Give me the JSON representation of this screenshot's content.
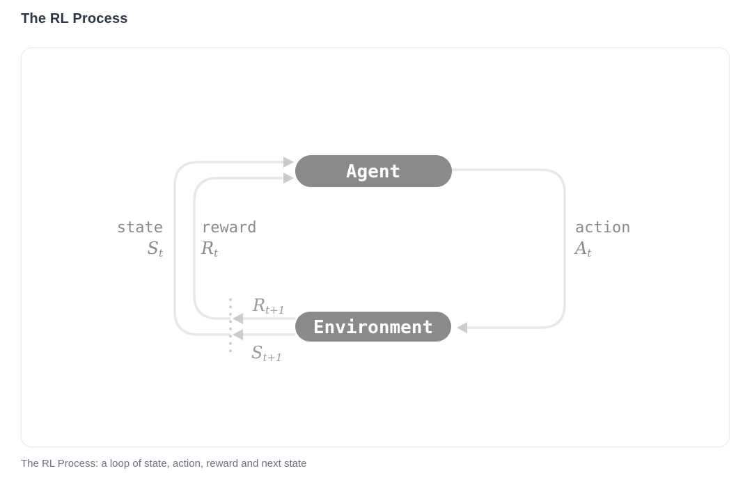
{
  "page": {
    "title": "The RL Process",
    "caption": "The RL Process: a loop of state, action, reward and next state"
  },
  "diagram": {
    "nodes": [
      {
        "id": "agent",
        "label": "Agent"
      },
      {
        "id": "environment",
        "label": "Environment"
      }
    ],
    "labels": {
      "state": {
        "word": "state",
        "symbol": "S",
        "subscript": "t"
      },
      "reward": {
        "word": "reward",
        "symbol": "R",
        "subscript": "t"
      },
      "action": {
        "word": "action",
        "symbol": "A",
        "subscript": "t"
      },
      "next_reward": {
        "symbol": "R",
        "subscript": "t+1"
      },
      "next_state": {
        "symbol": "S",
        "subscript": "t+1"
      }
    },
    "colors": {
      "node_fill": "#8a8a8a",
      "node_text": "#ffffff",
      "loop_line": "#e7e7e7",
      "arrowhead": "#cbcbcb",
      "dotted_line": "#c9c9c9",
      "label_text": "#8a8a8a",
      "title_text": "#2d3748",
      "caption_text": "#6b7280",
      "card_border": "#ebebeb"
    }
  }
}
